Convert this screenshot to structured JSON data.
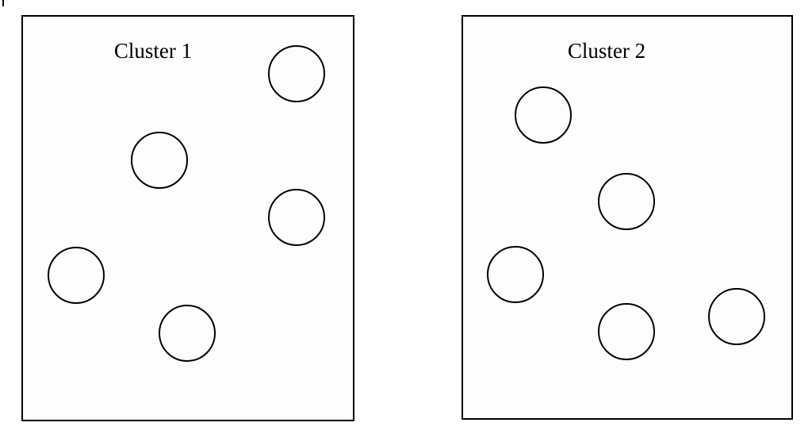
{
  "clusters": [
    {
      "title": "Cluster 1",
      "item_count": 5
    },
    {
      "title": "Cluster 2",
      "item_count": 5
    }
  ]
}
